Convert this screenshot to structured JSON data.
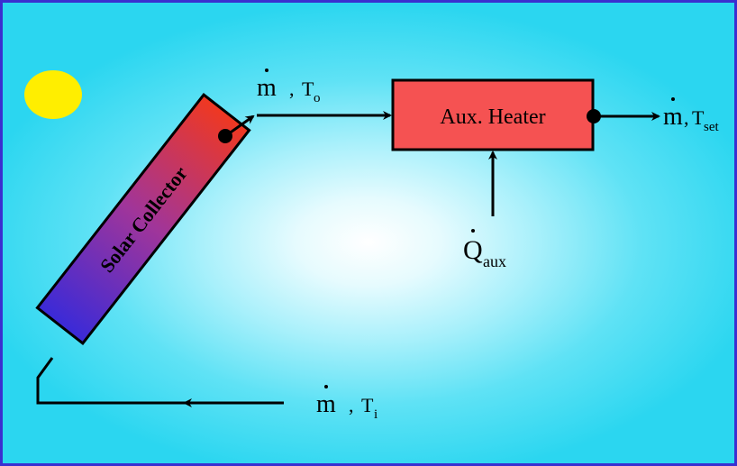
{
  "diagram": {
    "collector_label": "Solar Collector",
    "heater_label": "Aux. Heater",
    "outlet_flow": {
      "symbol": "m",
      "sep": ",",
      "temp": "T",
      "sub": "o"
    },
    "inlet_flow": {
      "symbol": "m",
      "sep": ",",
      "temp": "T",
      "sub": "i"
    },
    "exit_flow": {
      "symbol": "m",
      "sep": ",",
      "temp": "T",
      "sub": "set"
    },
    "aux_heat": {
      "symbol": "Q",
      "sub": "aux"
    },
    "colors": {
      "frame": "#3a2fd0",
      "sun": "#ffee00",
      "heater_fill": "#f55252",
      "collector_top": "#f03820",
      "collector_bottom": "#3a2ad8",
      "lines": "#000000"
    }
  }
}
